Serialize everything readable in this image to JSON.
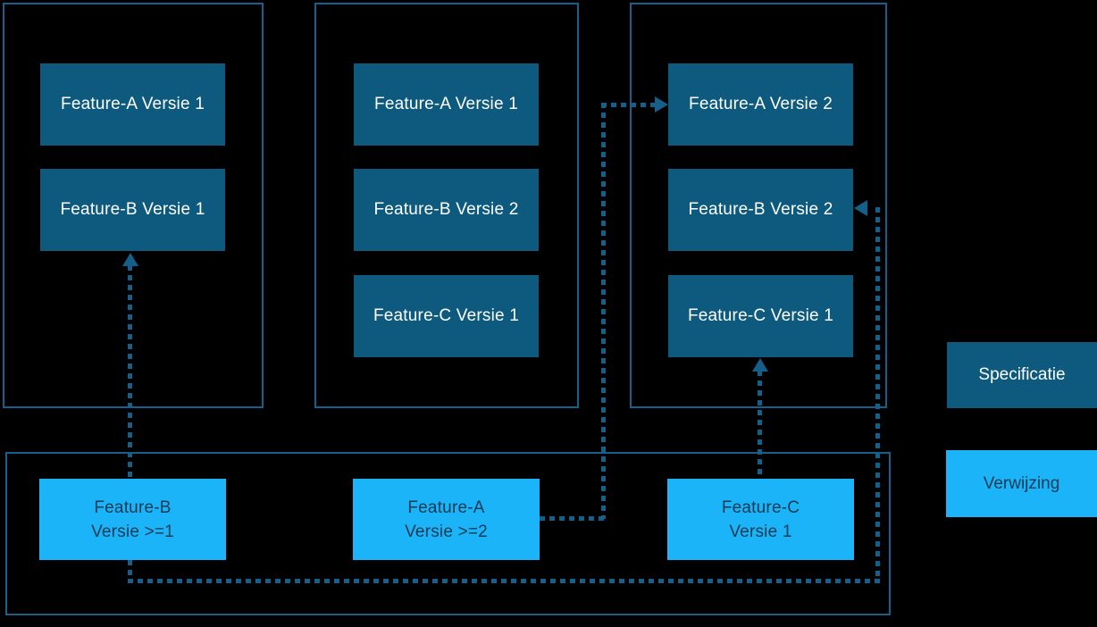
{
  "colors": {
    "background": "#000000",
    "container_border": "#15618c",
    "specification_fill": "#0d5a7e",
    "reference_fill": "#1cb4f8",
    "arrow": "#14608a",
    "text_on_specification": "#ffffff",
    "text_on_reference": "#123a54"
  },
  "containers": [
    {
      "name": "container-1",
      "specifications": [
        "Feature-A Versie 1",
        "Feature-B Versie 1"
      ]
    },
    {
      "name": "container-2",
      "specifications": [
        "Feature-A Versie 1",
        "Feature-B Versie 2",
        "Feature-C Versie 1"
      ]
    },
    {
      "name": "container-3",
      "specifications": [
        "Feature-A Versie 2",
        "Feature-B Versie 2",
        "Feature-C Versie 1"
      ]
    }
  ],
  "references": [
    {
      "feature": "Feature-B",
      "version": "Versie >=1"
    },
    {
      "feature": "Feature-A",
      "version": "Versie >=2"
    },
    {
      "feature": "Feature-C",
      "version": "Versie 1"
    }
  ],
  "relations": [
    {
      "from": "Feature-B Versie >=1",
      "to": "Feature-B Versie 1 in container-1",
      "style": "dotted-arrow"
    },
    {
      "from": "Feature-A Versie >=2",
      "to": "Feature-A Versie 2 in container-3",
      "style": "dotted-arrow"
    },
    {
      "from": "Feature-C Versie 1 (reference)",
      "to": "Feature-C Versie 1 in container-3",
      "style": "dotted-arrow"
    },
    {
      "from": "Feature-B Versie >=1",
      "to": "Feature-B Versie 2 in container-3",
      "style": "dotted-arrow"
    }
  ],
  "legend": [
    {
      "label": "Specificatie",
      "type": "specification"
    },
    {
      "label": "Verwijzing",
      "type": "reference"
    }
  ]
}
